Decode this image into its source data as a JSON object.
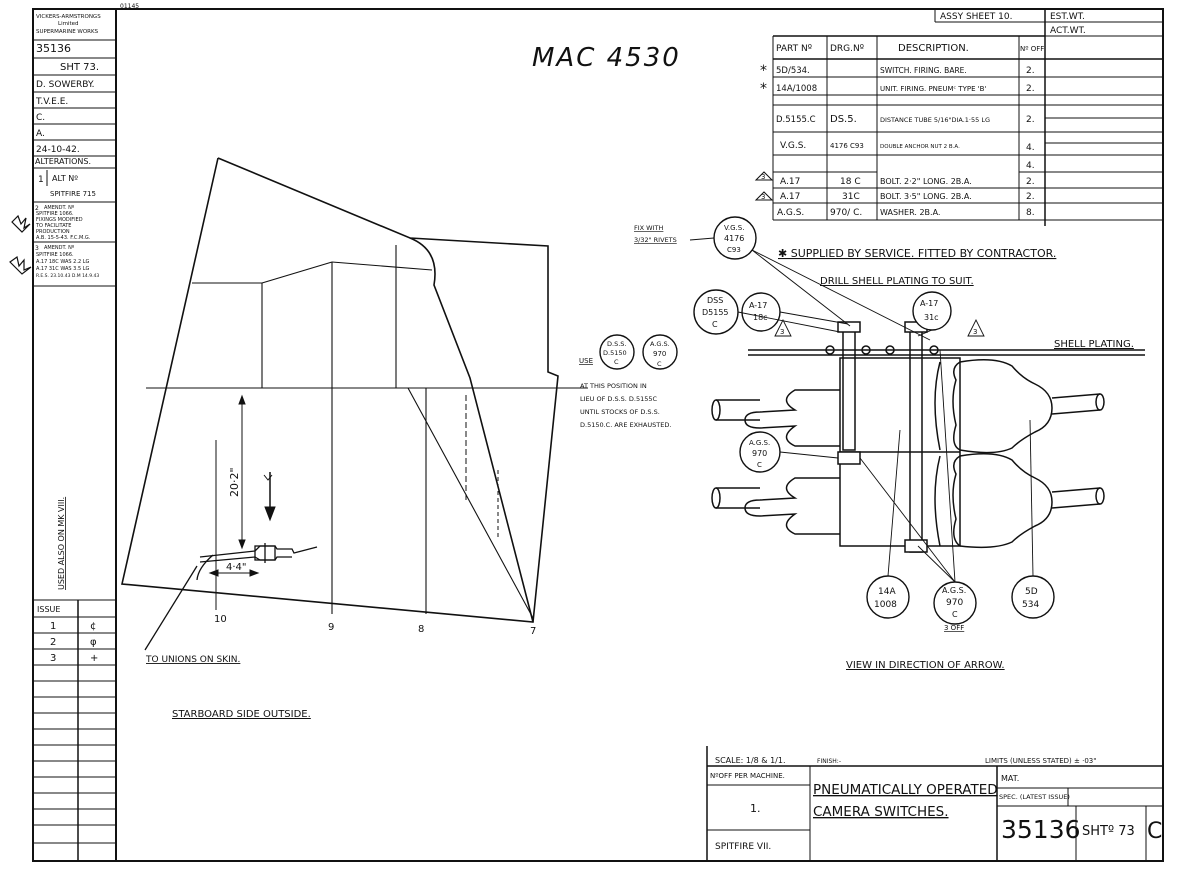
{
  "corner_mark": "01145",
  "handwritten_ref": "MAC 4530",
  "left_strip": {
    "company": [
      "VICKERS-ARMSTRONGS",
      "Limited",
      "SUPERMARINE WORKS"
    ],
    "drawing_no": "35136",
    "sheet": "SHT 73.",
    "drawn_by": "D. SOWERBY.",
    "traced": "T.V.E.E.",
    "checked": "C.",
    "approved": "A.",
    "date": "24-10-42.",
    "alterations_label": "ALTERATIONS.",
    "alt1_no": "1",
    "alt1_text": [
      "ALT Nº",
      "SPITFIRE 715"
    ],
    "alt2_no": "2",
    "alt2_text": [
      "AMENDT. Nº",
      "SPITFIRE 1066.",
      "FIXINGS MODIFIED",
      "TO FACILITATE",
      "PRODUCTION",
      "A.B. 15-5-43. F.C.M.G."
    ],
    "alt3_no": "3",
    "alt3_text": [
      "AMENDT. Nº",
      "SPITFIRE 1066.",
      "A.17 18C WAS 2.2 LG",
      "A.17 31C WAS 3.5 LG",
      "R.E.S. 23.10.43 D.M 14.9.43"
    ],
    "used_also": "USED ALSO ON MK VIII.",
    "issue_label": "ISSUE",
    "issues": [
      [
        "1",
        "¢"
      ],
      [
        "2",
        "φ"
      ],
      [
        "3",
        "+"
      ]
    ]
  },
  "parts_table": {
    "assy_sheet": "ASSY SHEET 10.",
    "est_wt": "EST.WT.",
    "act_wt": "ACT.WT.",
    "headers": [
      "PART Nº",
      "DRG.Nº",
      "DESCRIPTION.",
      "Nº OFF"
    ],
    "rows": [
      {
        "mark": "*",
        "part": "5D/534.",
        "drg": "",
        "desc": "SWITCH. FIRING. BARE.",
        "qty": "2."
      },
      {
        "mark": "*",
        "part": "14A/1008",
        "drg": "",
        "desc": "UNIT. FIRING. PNEUMᶜ TYPE 'B'",
        "qty": "2."
      },
      {
        "mark": "",
        "part": "D.5155.C",
        "drg": "DS.5.",
        "desc": "DISTANCE TUBE 5/16\"DIA.1·55 LG",
        "qty": "2."
      },
      {
        "mark": "",
        "part": "V.G.S.",
        "drg": "4176 C93",
        "desc": "DOUBLE ANCHOR NUT 2 B.A.",
        "qty": "4."
      },
      {
        "mark": "",
        "part": "",
        "drg": "",
        "desc": "",
        "qty": "4."
      },
      {
        "mark": "3",
        "part": "A.17",
        "drg": "18 C",
        "desc": "BOLT. 2·2\" LONG. 2B.A.",
        "qty": "2."
      },
      {
        "mark": "3",
        "part": "A.17",
        "drg": "31C",
        "desc": "BOLT. 3·5\" LONG. 2B.A.",
        "qty": "2."
      },
      {
        "mark": "",
        "part": "A.G.S.",
        "drg": "970/ C.",
        "desc": "WASHER. 2B.A.",
        "qty": "8."
      }
    ]
  },
  "notes": {
    "supplied": "✱ SUPPLIED BY SERVICE. FITTED BY CONTRACTOR.",
    "drill": "DRILL SHELL PLATING TO SUIT.",
    "shell_plating": "SHELL PLATING.",
    "fix_with": [
      "FIX WITH",
      "3/32\" RIVETS"
    ],
    "use": "USE",
    "at_position": [
      "AT THIS POSITION IN",
      "LIEU OF D.S.S. D.5155C",
      "UNTIL STOCKS OF D.S.S.",
      "D.5150.C. ARE EXHAUSTED."
    ],
    "to_unions": "TO UNIONS ON SKIN.",
    "starboard": "STARBOARD SIDE OUTSIDE.",
    "view": "VIEW IN DIRECTION OF ARROW.",
    "three_off": "3 OFF",
    "dim_vertical": "20·2\"",
    "dim_horizontal": "4·4\""
  },
  "frame_numbers": [
    "10",
    "9",
    "8",
    "7"
  ],
  "balloons": {
    "vgs": [
      "V.G.S.",
      "4176",
      "C93"
    ],
    "dss": [
      "DSS",
      "D5155",
      "C"
    ],
    "a17_18": [
      "A-17",
      "18c"
    ],
    "a17_31": [
      "A-17",
      "31c"
    ],
    "dss_5150": [
      "D.S.S.",
      "D.5150",
      "C"
    ],
    "ags_970_use": [
      "A.G.S.",
      "970",
      "C"
    ],
    "ags_970_side": [
      "A.G.S.",
      "970",
      "C"
    ],
    "unit_14a": [
      "14A",
      "1008"
    ],
    "ags_970_bottom": [
      "A.G.S.",
      "970",
      "C"
    ],
    "switch_5d": [
      "5D",
      "534"
    ],
    "triangle": "3"
  },
  "title_block": {
    "scale": "SCALE: 1/8 & 1/1.",
    "finish": "FINISH:-",
    "limits": "LIMITS (UNLESS STATED) ± ·03\"",
    "nooff_label": "NºOFF PER MACHINE.",
    "nooff_value": "1.",
    "title_line1": "PNEUMATICALLY OPERATED",
    "title_line2": "CAMERA SWITCHES.",
    "mat": "MAT.",
    "spec": "SPEC. (LATEST ISSUE)",
    "aircraft": "SPITFIRE VII.",
    "drawing_no": "35136",
    "sheet": "SHTº 73",
    "issue_letter": "C"
  }
}
